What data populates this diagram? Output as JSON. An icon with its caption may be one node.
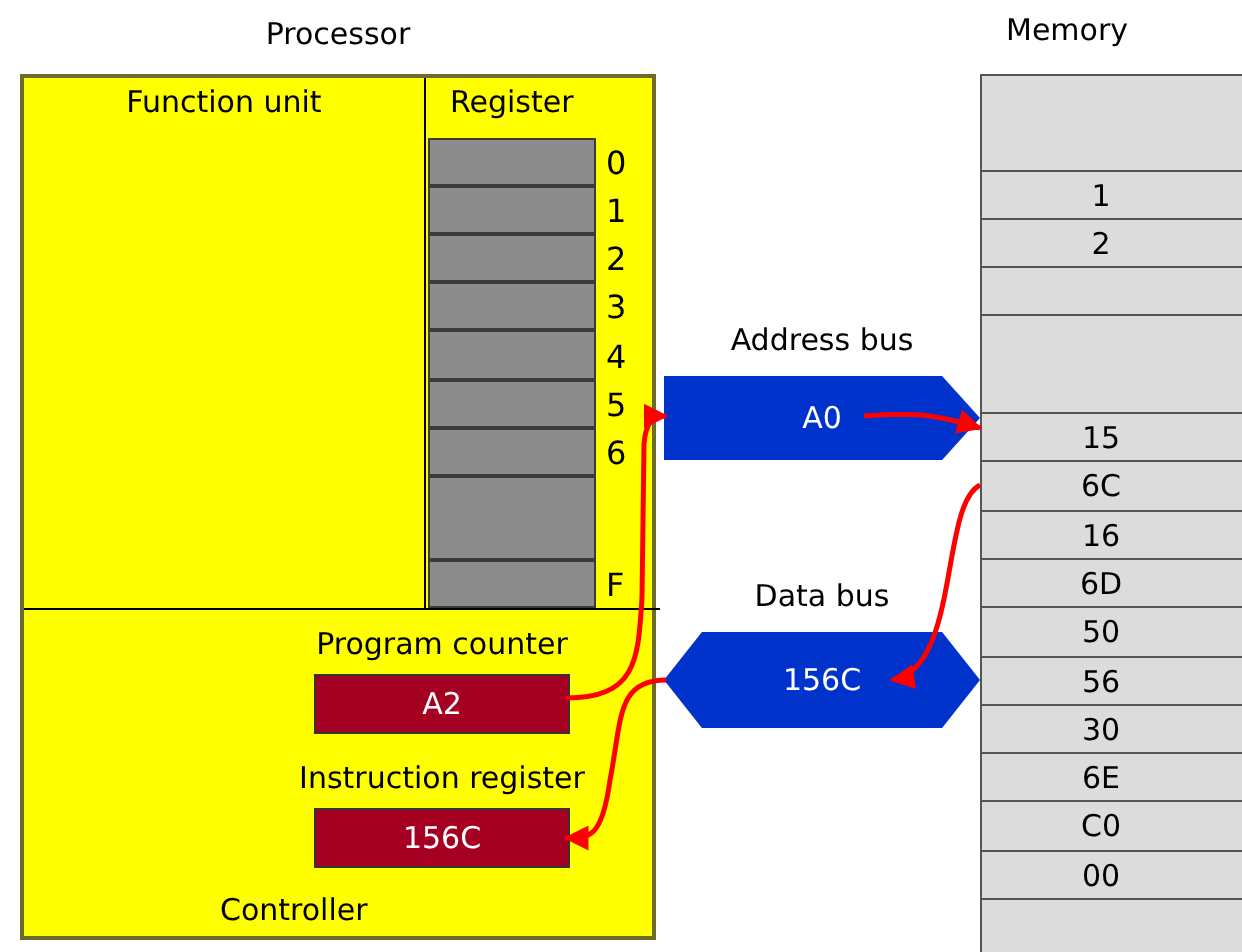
{
  "diagram": {
    "nodes": [
      {
        "text": [
          "Processor"
        ]
      },
      {
        "text": [
          "Function unit"
        ],
        "in": 0
      },
      {
        "text": [
          "Register"
        ],
        "in": 0
      },
      {
        "text": [],
        "shape": "box",
        "in": 2,
        "beside": [
          "0"
        ]
      },
      {
        "text": [],
        "shape": "box",
        "in": 2,
        "beside": [
          "1"
        ]
      },
      {
        "text": [],
        "shape": "box",
        "in": 2,
        "beside": [
          "2"
        ]
      },
      {
        "text": [],
        "shape": "box",
        "in": 2,
        "beside": [
          "3"
        ]
      },
      {
        "text": [],
        "shape": "box",
        "in": 2,
        "beside": [
          "4"
        ]
      },
      {
        "text": [],
        "shape": "box",
        "in": 2,
        "beside": [
          "5"
        ]
      },
      {
        "text": [],
        "shape": "box",
        "in": 2,
        "beside": [
          "6"
        ]
      },
      {
        "text": [],
        "shape": "box",
        "in": 2
      },
      {
        "text": [],
        "shape": "box",
        "in": 2,
        "beside": [
          "F"
        ]
      },
      {
        "text": [
          "Controller"
        ],
        "in": 0
      },
      {
        "text": [
          "Program counter",
          "A2"
        ],
        "in": 12
      },
      {
        "text": [
          "Instruction register",
          "156C"
        ],
        "in": 12
      },
      {
        "text": [
          "Address bus",
          "A0"
        ]
      },
      {
        "text": [
          "Data bus",
          "156C"
        ]
      },
      {
        "text": [
          "Memory"
        ]
      },
      {
        "text": [],
        "shape": "box",
        "in": 17
      },
      {
        "text": [
          "1"
        ],
        "in": 17
      },
      {
        "text": [
          "2"
        ],
        "in": 17
      },
      {
        "text": [],
        "shape": "box",
        "in": 17
      },
      {
        "text": [],
        "shape": "box",
        "in": 17
      },
      {
        "text": [
          "15"
        ],
        "in": 17
      },
      {
        "text": [
          "6C"
        ],
        "in": 17
      },
      {
        "text": [
          "16"
        ],
        "in": 17
      },
      {
        "text": [
          "6D"
        ],
        "in": 17
      },
      {
        "text": [
          "50"
        ],
        "in": 17
      },
      {
        "text": [
          "56"
        ],
        "in": 17
      },
      {
        "text": [
          "30"
        ],
        "in": 17
      },
      {
        "text": [
          "6E"
        ],
        "in": 17
      },
      {
        "text": [
          "C0"
        ],
        "in": 17
      },
      {
        "text": [
          "00"
        ],
        "in": 17
      },
      {
        "text": [],
        "shape": "box",
        "in": 17
      }
    ],
    "edges": [
      {
        "from": 13,
        "to": 15,
        "arrow": "to"
      },
      {
        "from": 15,
        "to": 23,
        "arrow": "to"
      },
      {
        "from": 24,
        "to": 16,
        "arrow": "to"
      },
      {
        "from": 16,
        "to": 14,
        "arrow": "to"
      }
    ]
  }
}
